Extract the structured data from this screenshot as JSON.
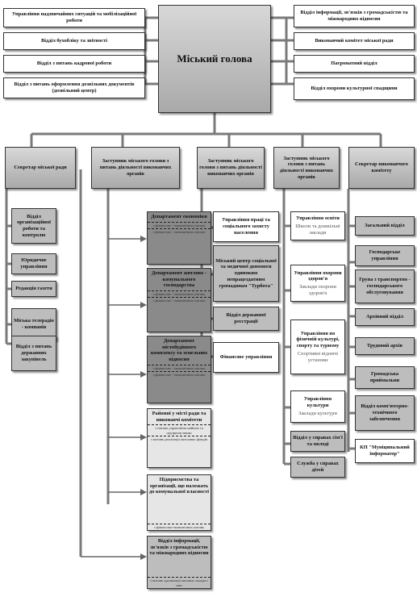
{
  "head": "Міський голова",
  "left_top": [
    "Управління надзвичайних ситуацій та мобілізаційної роботи",
    "Відділ бухобліку       та звітності",
    "Відділ з питань кадрової роботи",
    "Відділ з питань оформлення дозвільних документів (дозвільний центр)"
  ],
  "right_top": [
    "Відділ інформації, зв'язків з громадськістю та міжнародних відносин",
    "Виконавчий комітет міської ради",
    "Патронатний відділ",
    "Відділ охорони культурної спадщини"
  ],
  "tier2": [
    "Секретар міської ради",
    "Заступник міського голови з питань діяльності виконавчих органів",
    "Заступник міського голови з питань діяльності виконавчих органів",
    "Заступник міського голови з питань діяльності виконавчих органів",
    "Секретар виконавчого комітету"
  ],
  "col1": [
    "Відділ організаційної роботи та контролю",
    "Юридичне управління",
    "Редакція газети",
    "Міська телерадіо - компанія",
    "Відділ з питань державних закупівель"
  ],
  "col2": [
    {
      "title": "Департамент економіки",
      "mid": "з фінансово - економічних питань",
      "low": "з фінансово - економічних питань"
    },
    {
      "title": "Департамент житлово - комунального господарства",
      "mid": "з фінансово - економічних питань",
      "low": "з фінансово - економічних питань"
    },
    {
      "title": "Департамент містобудівного комплексу та земельних відносин",
      "mid": "з фінансово - економічних питань",
      "low": "з фінансово - економічних питань"
    },
    {
      "title": "Районні у місті ради та виконавчі комітети",
      "mid": "з питань управління майном та підприємствами",
      "low": "з питань реалізації житлових фондів"
    },
    {
      "title": "Підприємства та організації, що належать до комунальної власності",
      "mid": "",
      "low": "з фінансово-економічних питань"
    },
    {
      "title": "Відділ інформації, зв'язків з громадськістю та міжнародних відносин",
      "mid": "",
      "low": "з питань організації масових заходів і свят"
    }
  ],
  "col3": [
    "Управління праці та соціального захисту населення",
    "Міський центр соціальної та медичної допомоги одиноким непрацездатним громадянам \"Турбота\"",
    "Відділ державної реєстрації",
    "Фінансове управління"
  ],
  "col4": [
    {
      "title": "Управління освіти",
      "sub": "Школи та дошкільні заклади"
    },
    {
      "title": "Управління охорони здоров'я",
      "sub": "Заклади охорони здоров'я"
    },
    {
      "title": "Управління по фізичній культурі, спорту та туризму",
      "sub": "Спортивні відомчі установи"
    },
    {
      "title": "Управління культури",
      "sub": "Заклади культури"
    },
    {
      "title": "Відділ у справах сім'ї та молоді",
      "sub": ""
    },
    {
      "title": "Служба у справах дітей",
      "sub": ""
    }
  ],
  "col5": [
    "Загальний відділ",
    "Господарське управління",
    "Група з транспортно - господарського обслуговування",
    "Архівний відділ",
    "Трудовий архів",
    "Громадська приймальня",
    "Відділ комп'ютерно-технічного забезпечення",
    "КП \"Муніципальний інформатор\""
  ]
}
